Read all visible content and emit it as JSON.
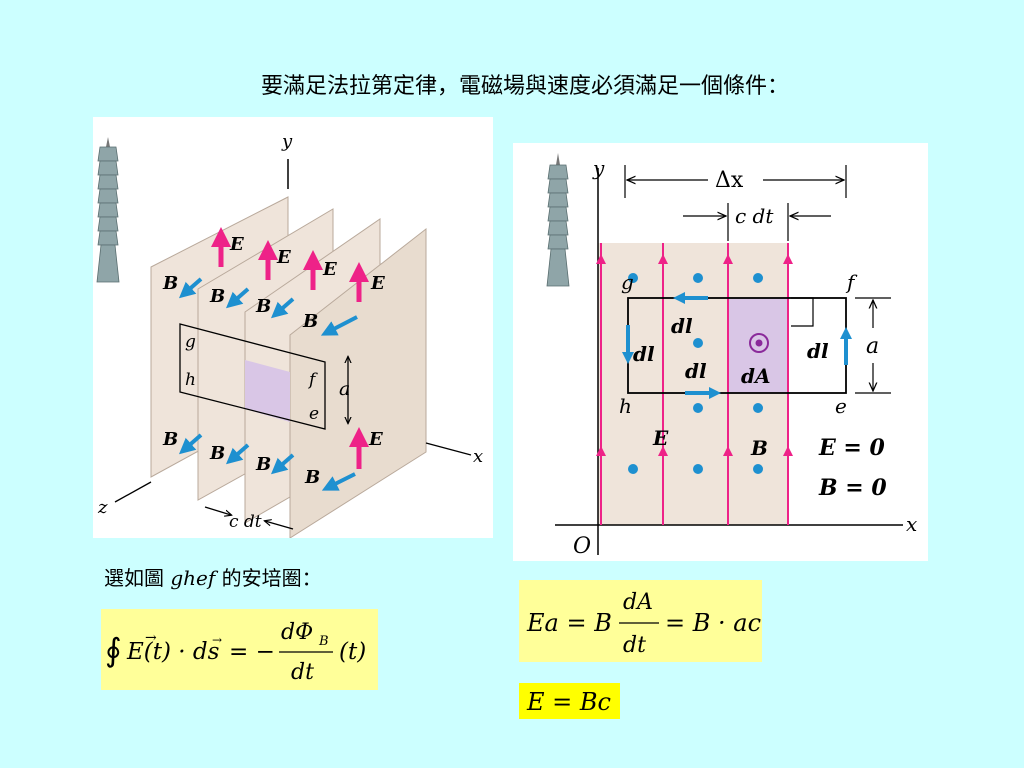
{
  "slide": {
    "title": "要滿足法拉第定律，電磁場與速度必須滿足一個條件：",
    "caption_before": "選如圖 ",
    "caption_italic": "ghef",
    "caption_after": " 的安培圈："
  },
  "figure_left": {
    "axis_y": "y",
    "axis_x": "x",
    "axis_z": "z",
    "labels": {
      "E": "E",
      "B": "B",
      "g": "g",
      "h": "h",
      "f": "f",
      "e": "e",
      "a": "a",
      "c_dt": "c dt"
    },
    "colors": {
      "plane": "#efe4da",
      "loop_fill": "#d9c6e6",
      "e_arrow": "#ee2288",
      "b_arrow": "#1e90d0"
    }
  },
  "figure_right": {
    "axis_y": "y",
    "axis_x": "x",
    "origin": "O",
    "delta_x": "Δx",
    "c_dt": "c dt",
    "labels": {
      "g": "g",
      "f": "f",
      "h": "h",
      "e": "e",
      "a": "a",
      "dl": "dl",
      "dA": "dA",
      "E": "E",
      "B": "B"
    },
    "zero_E": "E = 0",
    "zero_B": "B = 0",
    "colors": {
      "region": "#efe4da",
      "loop_fill": "#d9c6e6",
      "e_line": "#ee2288",
      "b_dot": "#1e90d0",
      "dl_arrow": "#1e90d0"
    }
  },
  "equations": {
    "faraday": {
      "integrand": "E(t) · ds",
      "equals": "= −",
      "numerator": "dΦ",
      "sub": "B",
      "denominator": "dt",
      "tail": "(t)"
    },
    "relation": {
      "lhs": "Ea = B",
      "numerator": "dA",
      "denominator": "dt",
      "rhs": "= B · ac"
    },
    "result": "E = Bc"
  }
}
